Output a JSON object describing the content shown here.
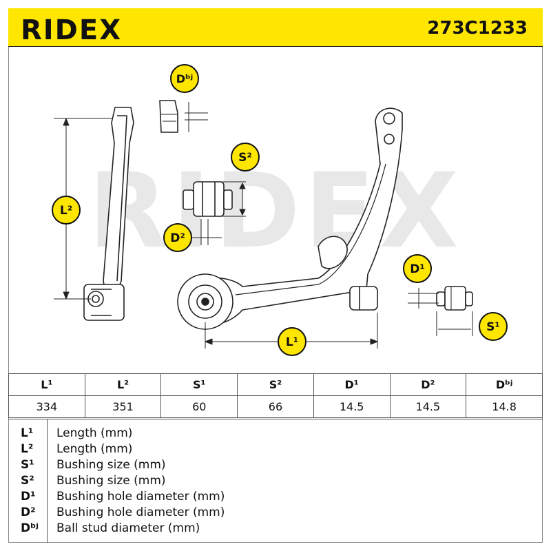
{
  "brand": "RIDEX",
  "part_number": "273C1233",
  "watermark": "RIDEX",
  "colors": {
    "accent": "#ffe600",
    "line": "#222222",
    "watermark": "#e6e6e6"
  },
  "callouts": {
    "L1": "L¹",
    "L2": "L²",
    "S1": "S¹",
    "S2": "S²",
    "D1": "D¹",
    "D2": "D²",
    "Dbj": "Dᵇʲ"
  },
  "table": {
    "headers": [
      "L¹",
      "L²",
      "S¹",
      "S²",
      "D¹",
      "D²",
      "Dᵇʲ"
    ],
    "values": [
      "334",
      "351",
      "60",
      "66",
      "14.5",
      "14.5",
      "14.8"
    ]
  },
  "legend": [
    {
      "symbol": "L¹",
      "desc": "Length (mm)"
    },
    {
      "symbol": "L²",
      "desc": "Length (mm)"
    },
    {
      "symbol": "S¹",
      "desc": "Bushing size (mm)"
    },
    {
      "symbol": "S²",
      "desc": "Bushing size (mm)"
    },
    {
      "symbol": "D¹",
      "desc": "Bushing hole diameter (mm)"
    },
    {
      "symbol": "D²",
      "desc": "Bushing hole diameter (mm)"
    },
    {
      "symbol": "Dᵇʲ",
      "desc": "Ball stud diameter (mm)"
    }
  ]
}
